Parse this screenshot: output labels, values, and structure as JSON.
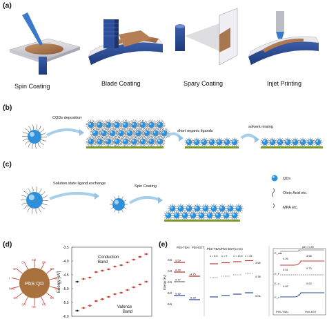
{
  "panel_a": {
    "label": "(a)",
    "steps": [
      {
        "caption": "Spin Coating"
      },
      {
        "caption": "Blade Coating"
      },
      {
        "caption": "Spary Coating"
      },
      {
        "caption": "Injet Printing"
      }
    ]
  },
  "panel_b": {
    "label": "(b)",
    "steps": [
      "CQDs deposition",
      "short organic ligands",
      "solvent rinsing"
    ]
  },
  "panel_c": {
    "label": "(c)",
    "steps": [
      "Solution state ligand exchange",
      "Spin Coating"
    ]
  },
  "legend": {
    "items": [
      {
        "label": "QDs",
        "color": "#2f8fd8"
      },
      {
        "label": "Oleic Acid etc."
      },
      {
        "label": "MPA etc."
      }
    ]
  },
  "panel_d": {
    "label": "(d)",
    "qd_label": "PbS QD",
    "ligands": [
      "SH",
      "SH",
      "SH",
      "SH",
      "SH",
      "SH",
      "HS",
      "HS",
      "SH",
      "SH",
      "NH2",
      "I",
      "Br",
      "Cl"
    ],
    "chart_data": {
      "type": "scatter",
      "ylabel": "Energy [eV]",
      "yticks": [
        "-3.5",
        "-4.0",
        "-4.5",
        "-5.0",
        "-5.5",
        "-6.0"
      ],
      "ylim": [
        -6.0,
        -3.5
      ],
      "series": [
        {
          "name": "Conduction Band",
          "x": [
            1,
            2,
            3,
            4,
            5,
            6,
            7,
            8,
            9,
            10,
            11,
            12
          ],
          "values": [
            -4.75,
            -4.65,
            -4.6,
            -4.4,
            -4.35,
            -4.3,
            -4.2,
            -4.15,
            -4.05,
            -3.95,
            -3.85,
            -3.75
          ]
        },
        {
          "name": "Valence Band",
          "x": [
            1,
            2,
            3,
            4,
            5,
            6,
            7,
            8,
            9,
            10,
            11,
            12
          ],
          "values": [
            -5.8,
            -5.7,
            -5.62,
            -5.45,
            -5.38,
            -5.3,
            -5.2,
            -5.15,
            -5.05,
            -4.95,
            -4.85,
            -4.75
          ]
        }
      ],
      "colors": {
        "points": "#c0392b",
        "first_point": "#222222"
      }
    }
  },
  "panel_e": {
    "label": "(e)",
    "left": {
      "ylabel": "Energy (eV)",
      "yticks": [
        "-3.5",
        "-4.0",
        "-4.5",
        "-5.0",
        "-5.5"
      ],
      "col1": "PbS-TBAI",
      "col2": "PbS-EDT",
      "vals": [
        "3.59",
        "4.26",
        "4.77",
        "4.75",
        "5.39",
        "5.15"
      ]
    },
    "middle": {
      "header": "PbS-TBAI/PbS-EDT(x nm)",
      "cols": [
        "x = 6.5",
        "x = 9",
        "x = 13.5",
        "x = 45"
      ],
      "vals": [
        "3.68",
        "4.38",
        "5.01"
      ]
    },
    "right": {
      "labels": [
        "E_vac",
        "E_F",
        "E_c",
        "E_v"
      ],
      "vals": [
        "4.26",
        "3.68",
        "0.51",
        "0.70",
        "0.82",
        "0.63"
      ],
      "note": "ΔE = 0.39",
      "col1": "PbS-TBAI",
      "col2": "PbS-EDT"
    }
  }
}
